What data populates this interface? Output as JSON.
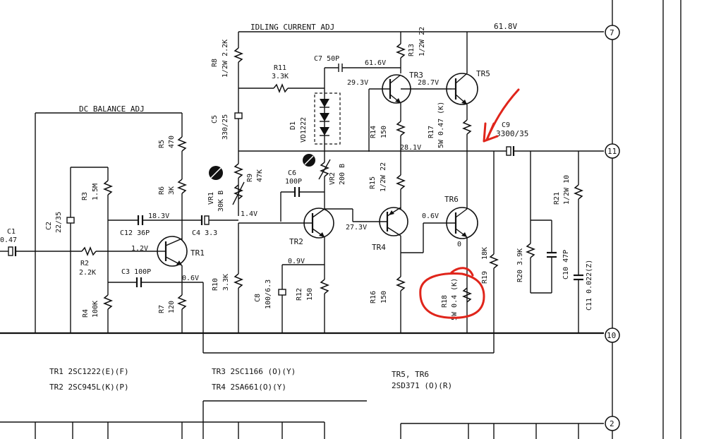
{
  "notes": {
    "idling": "IDLING CURRENT ADJ",
    "dc_balance": "DC BALANCE ADJ"
  },
  "voltages": {
    "v61_8": "61.8V",
    "v61_6": "61.6V",
    "v29_3": "29.3V",
    "v28_7": "28.7V",
    "v28_1": "28.1V",
    "v18_3": "18.3V",
    "v1_4": "1.4V",
    "v1_2": "1.2V",
    "v27_3": "27.3V",
    "v0_6a": "0.6V",
    "v0_6b": "0.6V",
    "v0_9": "0.9V",
    "v0": "0"
  },
  "nodes": {
    "n7": "7",
    "n11": "11",
    "n10": "10",
    "n2": "2"
  },
  "components": {
    "r8": {
      "ref": "R8",
      "value": "1/2W 2.2K"
    },
    "r11": {
      "ref": "R11",
      "value": "3.3K"
    },
    "c7": {
      "ref": "C7",
      "value": "50P"
    },
    "r13": {
      "ref": "R13",
      "value": "1/2W 22"
    },
    "tr3": {
      "ref": "TR3"
    },
    "tr5": {
      "ref": "TR5"
    },
    "c5": {
      "ref": "C5",
      "value": "330/25"
    },
    "d1": {
      "ref": "D1",
      "value": "VD1222"
    },
    "r14": {
      "ref": "R14",
      "value": "150"
    },
    "r17": {
      "ref": "R17",
      "value": "5W 0.47 (K)"
    },
    "c9": {
      "ref": "C9",
      "value": "3300/35"
    },
    "r5": {
      "ref": "R5",
      "value": "470"
    },
    "r9": {
      "ref": "R9",
      "value": "47K"
    },
    "c6": {
      "ref": "C6",
      "value": "100P"
    },
    "vr2": {
      "ref": "VR2",
      "value": "200 B"
    },
    "r15": {
      "ref": "R15",
      "value": "1/2W 22"
    },
    "tr6": {
      "ref": "TR6"
    },
    "r21": {
      "ref": "R21",
      "value": "1/2W 10"
    },
    "c1": {
      "ref": "C1",
      "value": "0.47"
    },
    "c2": {
      "ref": "C2",
      "value": "22/35"
    },
    "r3": {
      "ref": "R3",
      "value": "1.5M"
    },
    "r6": {
      "ref": "R6",
      "value": "3K"
    },
    "vr1": {
      "ref": "VR1",
      "value": "30K B"
    },
    "c12": {
      "ref": "C12",
      "value": "36P"
    },
    "c4": {
      "ref": "C4",
      "value": "3.3"
    },
    "tr2": {
      "ref": "TR2"
    },
    "tr4": {
      "ref": "TR4"
    },
    "r2": {
      "ref": "R2",
      "value": "2.2K"
    },
    "tr1": {
      "ref": "TR1"
    },
    "c3": {
      "ref": "C3",
      "value": "100P"
    },
    "r10": {
      "ref": "R10",
      "value": "3.3K"
    },
    "r19": {
      "ref": "R19",
      "value": "18K"
    },
    "r20": {
      "ref": "R20",
      "value": "3.9K"
    },
    "c10": {
      "ref": "C10",
      "value": "47P"
    },
    "c11": {
      "ref": "C11",
      "value": "0.022(Z)"
    },
    "r4": {
      "ref": "R4",
      "value": "100K"
    },
    "r7": {
      "ref": "R7",
      "value": "120"
    },
    "c8": {
      "ref": "C8",
      "value": "100/6.3"
    },
    "r12": {
      "ref": "R12",
      "value": "150"
    },
    "r16": {
      "ref": "R16",
      "value": "150"
    },
    "r18": {
      "ref": "R18",
      "value": "5W 0.4 (K)"
    }
  },
  "transistor_list": {
    "tr1": "TR1  2SC1222(E)(F)",
    "tr2": "TR2  2SC945L(K)(P)",
    "tr3": "TR3  2SC1166 (O)(Y)",
    "tr4": "TR4  2SA661(O)(Y)",
    "tr56": "TR5, TR6",
    "tr56_type": "2SD371 (O)(R)"
  },
  "annotation_color": "#e0251b"
}
